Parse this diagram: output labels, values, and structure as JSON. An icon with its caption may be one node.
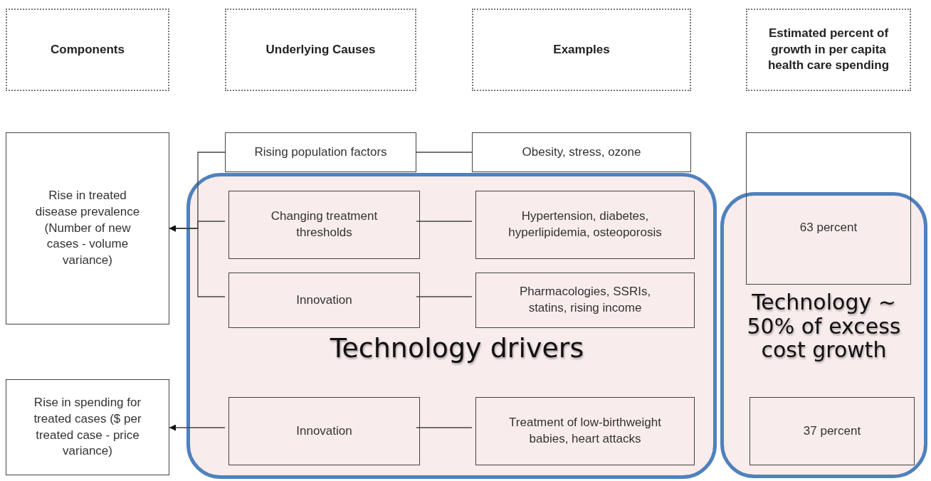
{
  "diagram": {
    "nodes": [
      {
        "text": [
          "Components"
        ]
      },
      {
        "text": [
          "Underlying Causes"
        ]
      },
      {
        "text": [
          "Examples"
        ]
      },
      {
        "text": [
          "Estimated percent of growth in per capita health care spending"
        ]
      },
      {
        "text": [
          "Rise in treated disease prevalence (Number of new cases - volume variance)"
        ]
      },
      {
        "text": [
          "Rise in spending for treated cases ($ per treated case - price variance)"
        ]
      },
      {
        "text": [
          "Rising population factors"
        ]
      },
      {
        "text": [
          "Obesity, stress, ozone"
        ]
      },
      {
        "text": [
          "Technology drivers"
        ]
      },
      {
        "text": [
          "Changing treatment thresholds"
        ],
        "in": 8
      },
      {
        "text": [
          "Hypertension, diabetes, hyperlipidemia, osteoporosis"
        ],
        "in": 8
      },
      {
        "text": [
          "Innovation"
        ],
        "in": 8
      },
      {
        "text": [
          "Pharmacologies, SSRIs, statins, rising income"
        ],
        "in": 8
      },
      {
        "text": [
          "Innovation"
        ],
        "in": 8
      },
      {
        "text": [
          "Treatment of low-birthweight babies, heart attacks"
        ],
        "in": 8
      },
      {
        "text": [
          "63 percent"
        ]
      },
      {
        "text": [
          "Technology ~ 50% of excess cost growth"
        ]
      },
      {
        "text": [
          "37 percent"
        ],
        "in": 16
      }
    ],
    "edges": [
      {
        "from": 6,
        "to": 4,
        "arrow": "to"
      },
      {
        "from": 9,
        "to": 4,
        "arrow": "to"
      },
      {
        "from": 11,
        "to": 4,
        "arrow": "to"
      },
      {
        "from": 13,
        "to": 5,
        "arrow": "to"
      },
      {
        "from": 6,
        "to": 7,
        "arrow": "none"
      },
      {
        "from": 9,
        "to": 10,
        "arrow": "none"
      },
      {
        "from": 11,
        "to": 12,
        "arrow": "none"
      },
      {
        "from": 13,
        "to": 14,
        "arrow": "none"
      }
    ]
  }
}
